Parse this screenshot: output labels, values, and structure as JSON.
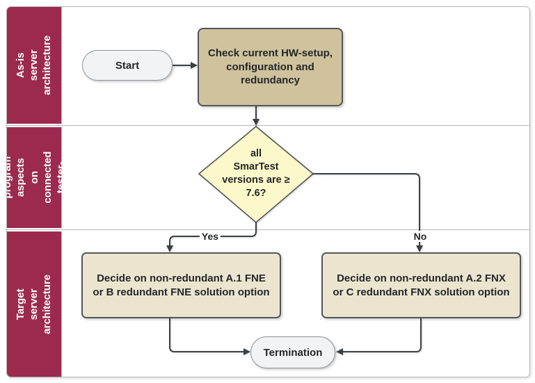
{
  "diagram": {
    "lanes": [
      {
        "id": "as-is-server-architecture",
        "label_lines": [
          "As-is server",
          "architecture"
        ]
      },
      {
        "id": "test-program-aspects",
        "label_lines": [
          "Test-program",
          "aspects on",
          "connected",
          "tester-clients"
        ]
      },
      {
        "id": "target-server-architecture",
        "label_lines": [
          "Target server",
          "architecture"
        ]
      }
    ],
    "nodes": {
      "start": {
        "type": "terminator",
        "label": "Start"
      },
      "check_hw": {
        "type": "process",
        "label_lines": [
          "Check current HW-setup,",
          "configuration and",
          "redundancy"
        ]
      },
      "smartest_decision": {
        "type": "decision",
        "label_lines": [
          "all",
          "SmarTest",
          "versions are ≥",
          "7.6?"
        ]
      },
      "option_fne": {
        "type": "process",
        "label_lines": [
          "Decide on non-redundant A.1 FNE",
          "or B redundant FNE solution option"
        ]
      },
      "option_fnx": {
        "type": "process",
        "label_lines": [
          "Decide on non-redundant A.2 FNX",
          "or C redundant FNX solution option"
        ]
      },
      "termination": {
        "type": "terminator",
        "label": "Termination"
      }
    },
    "edge_labels": {
      "yes": "Yes",
      "no": "No"
    },
    "colors": {
      "lane_title_bg": "#9c2a4f",
      "lane_title_text": "#ffffff",
      "lane_border": "#b6b6b6",
      "process_fill": "#cfc29c",
      "decision_fill": "#fbf8c9",
      "option_fill": "#ebe5d0",
      "terminal_fill": "#f2f3f4",
      "node_border": "#52565a",
      "edge_color": "#3c4043",
      "text_color": "#242628"
    }
  }
}
